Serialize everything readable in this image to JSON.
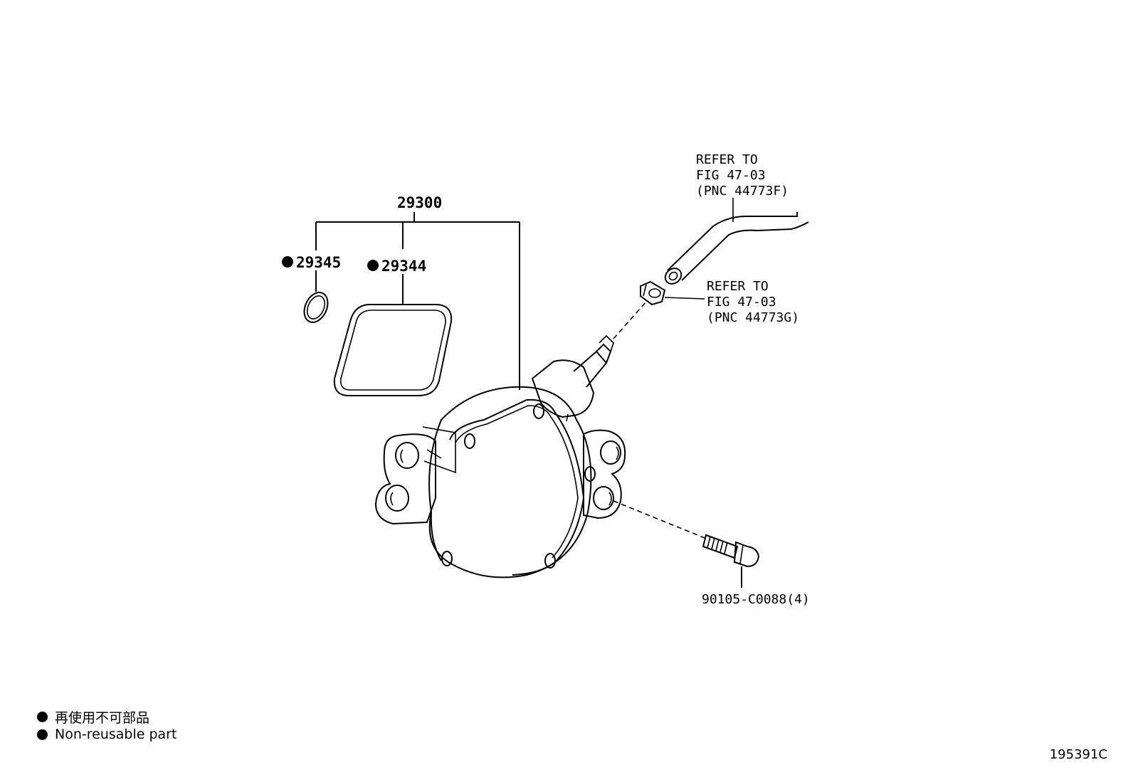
{
  "parts": {
    "assembly": "29300",
    "oring": "29345",
    "gasket": "29344",
    "bolt": "90105-C0088(4)"
  },
  "refs": {
    "hose": [
      "REFER TO",
      "FIG 47-03",
      "(PNC 44773F)"
    ],
    "clamp": [
      "REFER TO",
      "FIG 47-03",
      "(PNC 44773G)"
    ]
  },
  "legend": {
    "jp": "再使用不可部品",
    "en": "Non-reusable part"
  },
  "figure_code": "195391C"
}
